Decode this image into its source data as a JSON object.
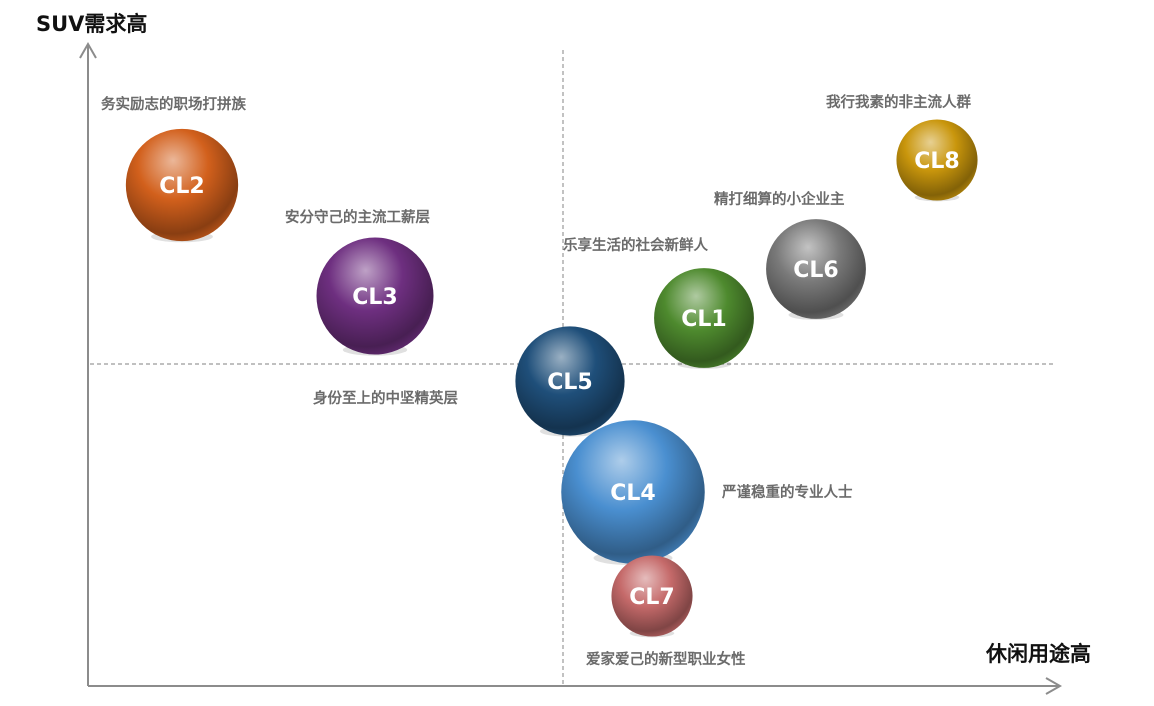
{
  "axes": {
    "y_title": "SUV需求高",
    "x_title": "休闲用途高"
  },
  "colors": {
    "axis": "#8c8c8c",
    "divider": "#9a9a9a",
    "label": "#6b6b6b",
    "bubble_text": "#ffffff"
  },
  "chart_data": {
    "type": "scatter",
    "x_label": "休闲用途高",
    "y_label": "SUV需求高",
    "points": [
      {
        "id": "CL2",
        "segment": "务实励志的职场打拼族",
        "color": "#d2601c",
        "relative_size": 0.72
      },
      {
        "id": "CL3",
        "segment": "安分守己的主流工薪层",
        "color": "#6e2f80",
        "relative_size": 0.75
      },
      {
        "id": "CL5",
        "segment": "身份至上的中坚精英层",
        "color": "#1f4f7a",
        "relative_size": 0.7
      },
      {
        "id": "CL4",
        "segment": "严谨稳重的专业人士",
        "color": "#4a8fd0",
        "relative_size": 0.92
      },
      {
        "id": "CL7",
        "segment": "爱家爱己的新型职业女性",
        "color": "#c56a6a",
        "relative_size": 0.52
      },
      {
        "id": "CL1",
        "segment": "乐享生活的社会新鲜人",
        "color": "#4e8a2e",
        "relative_size": 0.64
      },
      {
        "id": "CL6",
        "segment": "精打细算的小企业主",
        "color": "#7a7a7a",
        "relative_size": 0.64
      },
      {
        "id": "CL8",
        "segment": "我行我素的非主流人群",
        "color": "#c9960c",
        "relative_size": 0.52
      }
    ]
  }
}
